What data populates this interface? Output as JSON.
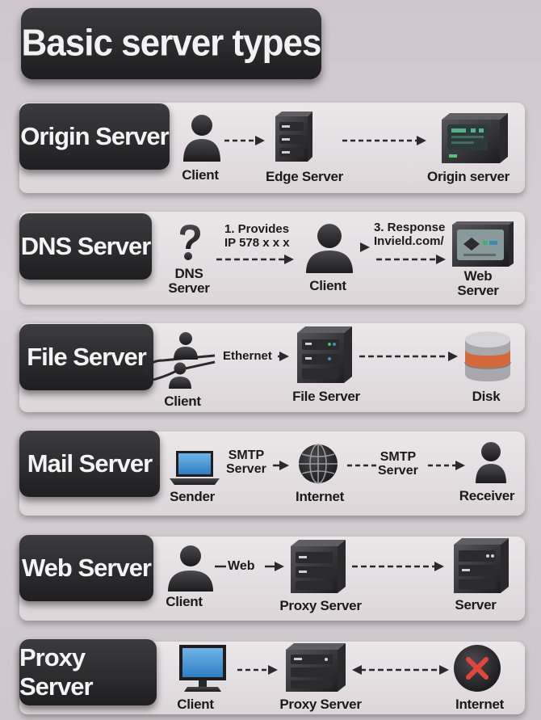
{
  "title": "Basic server types",
  "rows": [
    {
      "label": "Origin Server",
      "captions": [
        "Client",
        "Edge Server",
        "Origin server"
      ]
    },
    {
      "label": "DNS Server",
      "captions": [
        "DNS\nServer",
        "Client",
        "Web\nServer"
      ],
      "notes": [
        "1. Provides\nIP 578 x x x",
        "3. Response\nInvield.com/"
      ]
    },
    {
      "label": "File Server",
      "captions": [
        "Client",
        "File Server",
        "Disk"
      ],
      "notes": [
        "Ethernet"
      ]
    },
    {
      "label": "Mail Server",
      "captions": [
        "Sender",
        "Internet",
        "Receiver"
      ],
      "notes": [
        "SMTP\nServer",
        "SMTP\nServer"
      ]
    },
    {
      "label": "Web Server",
      "captions": [
        "Client",
        "Proxy Server",
        "Server"
      ],
      "notes": [
        "Web"
      ]
    },
    {
      "label": "Proxy Server",
      "captions": [
        "Client",
        "Proxy Server",
        "Internet"
      ]
    }
  ],
  "icons": {
    "client": "user-icon",
    "server": "server-icon",
    "question": "question-mark-icon",
    "globe": "globe-icon",
    "laptop": "laptop-icon",
    "monitor": "monitor-icon",
    "disk": "database-icon",
    "blocked": "blocked-icon"
  }
}
